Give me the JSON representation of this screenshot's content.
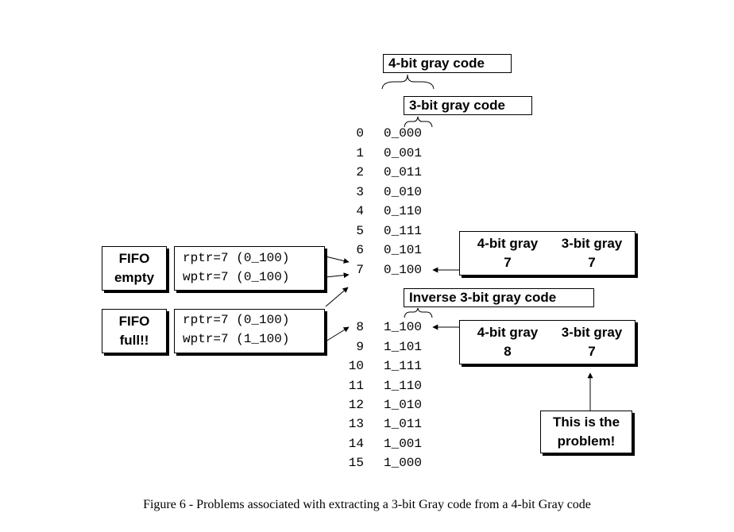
{
  "labels": {
    "four_bit_gray_code": "4-bit gray code",
    "three_bit_gray_code": "3-bit gray code",
    "inverse_three_bit_gray_code": "Inverse 3-bit gray code"
  },
  "code_table": [
    {
      "index": "0",
      "code": "0_000"
    },
    {
      "index": "1",
      "code": "0_001"
    },
    {
      "index": "2",
      "code": "0_011"
    },
    {
      "index": "3",
      "code": "0_010"
    },
    {
      "index": "4",
      "code": "0_110"
    },
    {
      "index": "5",
      "code": "0_111"
    },
    {
      "index": "6",
      "code": "0_101"
    },
    {
      "index": "7",
      "code": "0_100"
    },
    {
      "index": "8",
      "code": "1_100"
    },
    {
      "index": "9",
      "code": "1_101"
    },
    {
      "index": "10",
      "code": "1_111"
    },
    {
      "index": "11",
      "code": "1_110"
    },
    {
      "index": "12",
      "code": "1_010"
    },
    {
      "index": "13",
      "code": "1_011"
    },
    {
      "index": "14",
      "code": "1_001"
    },
    {
      "index": "15",
      "code": "1_000"
    }
  ],
  "fifo_empty": {
    "label_line1": "FIFO",
    "label_line2": "empty",
    "rptr": "rptr=7  (0_100)",
    "wptr": "wptr=7  (0_100)"
  },
  "fifo_full": {
    "label_line1": "FIFO",
    "label_line2": "full!!",
    "rptr": "rptr=7  (0_100)",
    "wptr": "wptr=7  (1_100)"
  },
  "gray_box_top": {
    "col1_header": "4-bit gray",
    "col1_value": "7",
    "col2_header": "3-bit gray",
    "col2_value": "7"
  },
  "gray_box_bottom": {
    "col1_header": "4-bit gray",
    "col1_value": "8",
    "col2_header": "3-bit gray",
    "col2_value": "7"
  },
  "problem_note": {
    "line1": "This is the",
    "line2": "problem!"
  },
  "caption": "Figure 6 - Problems associated with extracting a 3-bit Gray code from a 4-bit Gray code"
}
